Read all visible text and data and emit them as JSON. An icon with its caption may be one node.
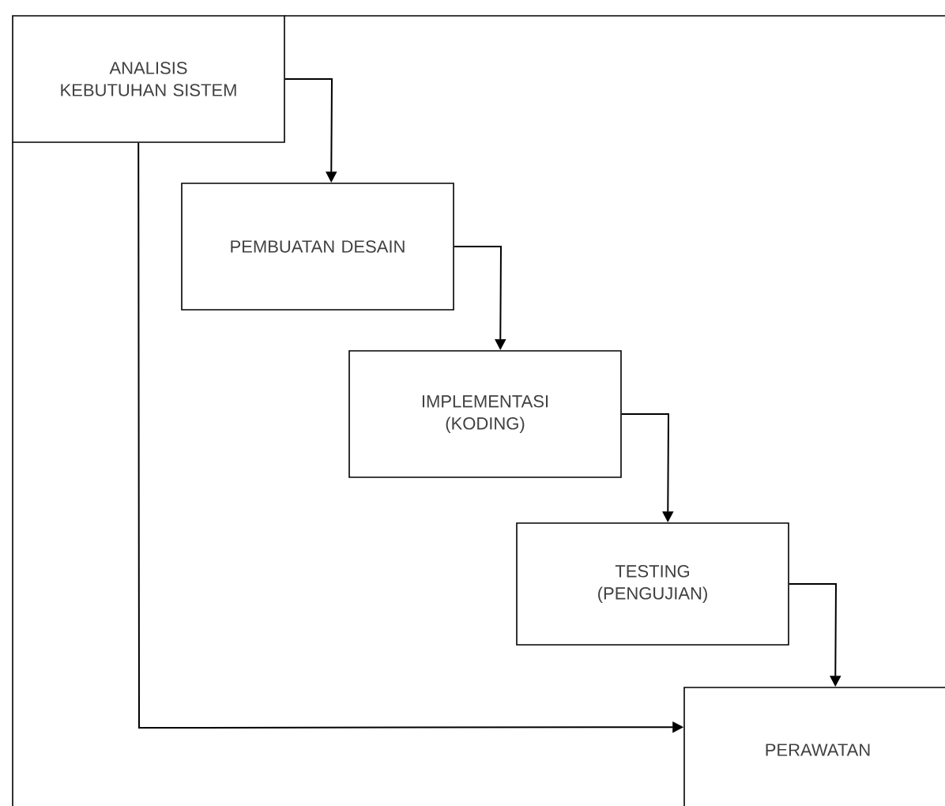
{
  "diagram": {
    "nodes": [
      {
        "text": [
          "ANALISIS KEBUTUHAN SISTEM"
        ]
      },
      {
        "text": [
          "PEMBUATAN DESAIN"
        ]
      },
      {
        "text": [
          "IMPLEMENTASI (KODING)"
        ]
      },
      {
        "text": [
          "TESTING (PENGUJIAN)"
        ]
      },
      {
        "text": [
          "PERAWATAN"
        ]
      }
    ],
    "edges": [
      {
        "from": 0,
        "to": 1,
        "arrow": "to"
      },
      {
        "from": 1,
        "to": 2,
        "arrow": "to"
      },
      {
        "from": 2,
        "to": 3,
        "arrow": "to"
      },
      {
        "from": 3,
        "to": 4,
        "arrow": "to"
      },
      {
        "from": 0,
        "to": 4,
        "arrow": "to"
      }
    ]
  }
}
